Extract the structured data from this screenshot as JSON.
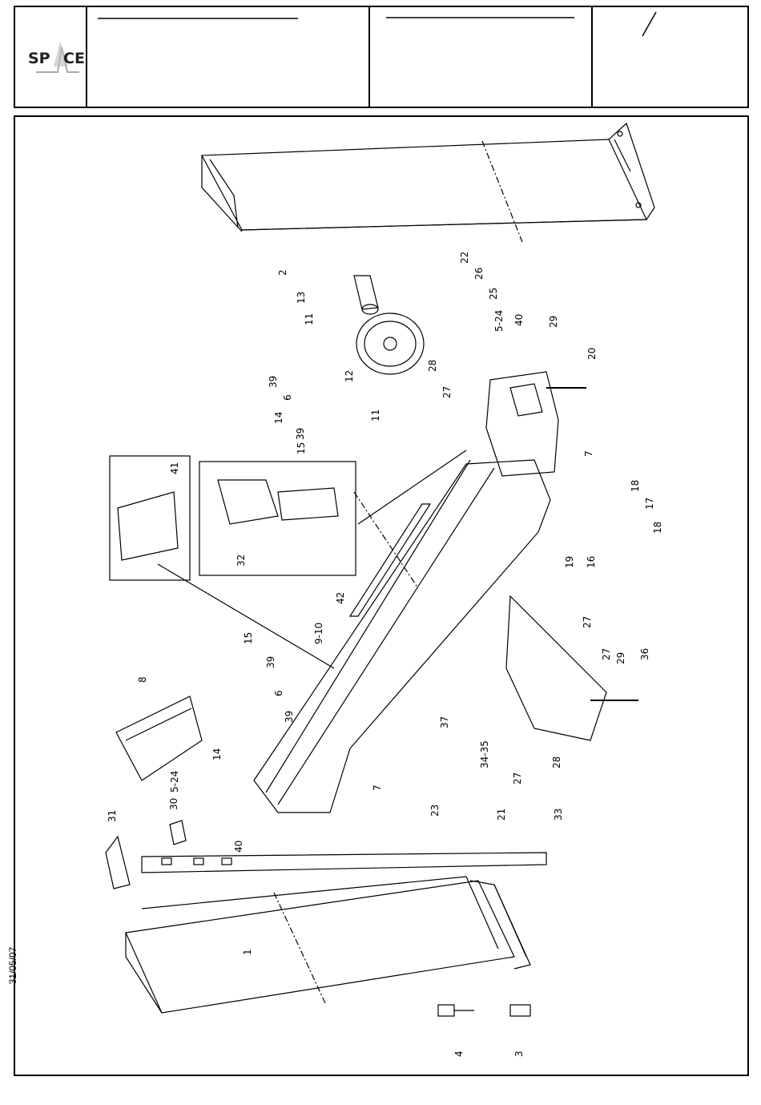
{
  "header": {
    "logo_text": "SPACE",
    "logo_left": "SP",
    "logo_right": "CE"
  },
  "sidebar_date": "31/05/07",
  "callouts": [
    {
      "id": "c1",
      "text": "1"
    },
    {
      "id": "c2",
      "text": "2"
    },
    {
      "id": "c3",
      "text": "3"
    },
    {
      "id": "c4",
      "text": "4"
    },
    {
      "id": "c5a",
      "text": "5-24"
    },
    {
      "id": "c5b",
      "text": "5-24"
    },
    {
      "id": "c6a",
      "text": "6"
    },
    {
      "id": "c6b",
      "text": "6"
    },
    {
      "id": "c7a",
      "text": "7"
    },
    {
      "id": "c7b",
      "text": "7"
    },
    {
      "id": "c8",
      "text": "8"
    },
    {
      "id": "c9",
      "text": "9-10"
    },
    {
      "id": "c11a",
      "text": "11"
    },
    {
      "id": "c11b",
      "text": "11"
    },
    {
      "id": "c12",
      "text": "12"
    },
    {
      "id": "c13",
      "text": "13"
    },
    {
      "id": "c14a",
      "text": "14"
    },
    {
      "id": "c14b",
      "text": "14"
    },
    {
      "id": "c15a",
      "text": "15"
    },
    {
      "id": "c15b",
      "text": "15"
    },
    {
      "id": "c16",
      "text": "16"
    },
    {
      "id": "c17",
      "text": "17"
    },
    {
      "id": "c18a",
      "text": "18"
    },
    {
      "id": "c18b",
      "text": "18"
    },
    {
      "id": "c19",
      "text": "19"
    },
    {
      "id": "c20",
      "text": "20"
    },
    {
      "id": "c21",
      "text": "21"
    },
    {
      "id": "c22",
      "text": "22"
    },
    {
      "id": "c23",
      "text": "23"
    },
    {
      "id": "c25",
      "text": "25"
    },
    {
      "id": "c26",
      "text": "26"
    },
    {
      "id": "c27a",
      "text": "27"
    },
    {
      "id": "c27b",
      "text": "27"
    },
    {
      "id": "c27c",
      "text": "27"
    },
    {
      "id": "c27d",
      "text": "27"
    },
    {
      "id": "c28a",
      "text": "28"
    },
    {
      "id": "c28b",
      "text": "28"
    },
    {
      "id": "c29a",
      "text": "29"
    },
    {
      "id": "c29b",
      "text": "29"
    },
    {
      "id": "c30",
      "text": "30"
    },
    {
      "id": "c31",
      "text": "31"
    },
    {
      "id": "c32",
      "text": "32"
    },
    {
      "id": "c33",
      "text": "33"
    },
    {
      "id": "c34",
      "text": "34-35"
    },
    {
      "id": "c36",
      "text": "36"
    },
    {
      "id": "c37",
      "text": "37"
    },
    {
      "id": "c39a",
      "text": "39"
    },
    {
      "id": "c39b",
      "text": "39"
    },
    {
      "id": "c39c",
      "text": "39"
    },
    {
      "id": "c39d",
      "text": "39"
    },
    {
      "id": "c40a",
      "text": "40"
    },
    {
      "id": "c40b",
      "text": "40"
    },
    {
      "id": "c41",
      "text": "41"
    },
    {
      "id": "c42",
      "text": "42"
    }
  ]
}
